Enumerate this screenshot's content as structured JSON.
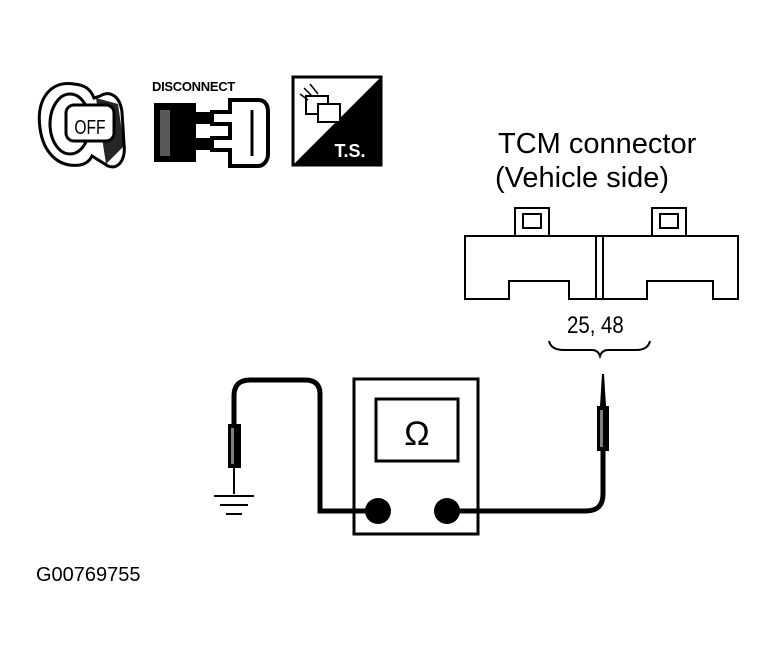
{
  "diagram": {
    "connector_title": "TCM connector",
    "connector_subtitle": "(Vehicle side)",
    "pin_numbers": "25, 48",
    "ignition_label": "OFF",
    "disconnect_label": "DISCONNECT",
    "ts_label": "T.S.",
    "meter_symbol": "Ω",
    "figure_id": "G00769755"
  },
  "icons": [
    "ignition-off-icon",
    "disconnect-connector-icon",
    "terminal-service-icon",
    "ohmmeter-icon",
    "ground-icon"
  ],
  "colors": {
    "ink": "#000000",
    "paper": "#ffffff"
  }
}
